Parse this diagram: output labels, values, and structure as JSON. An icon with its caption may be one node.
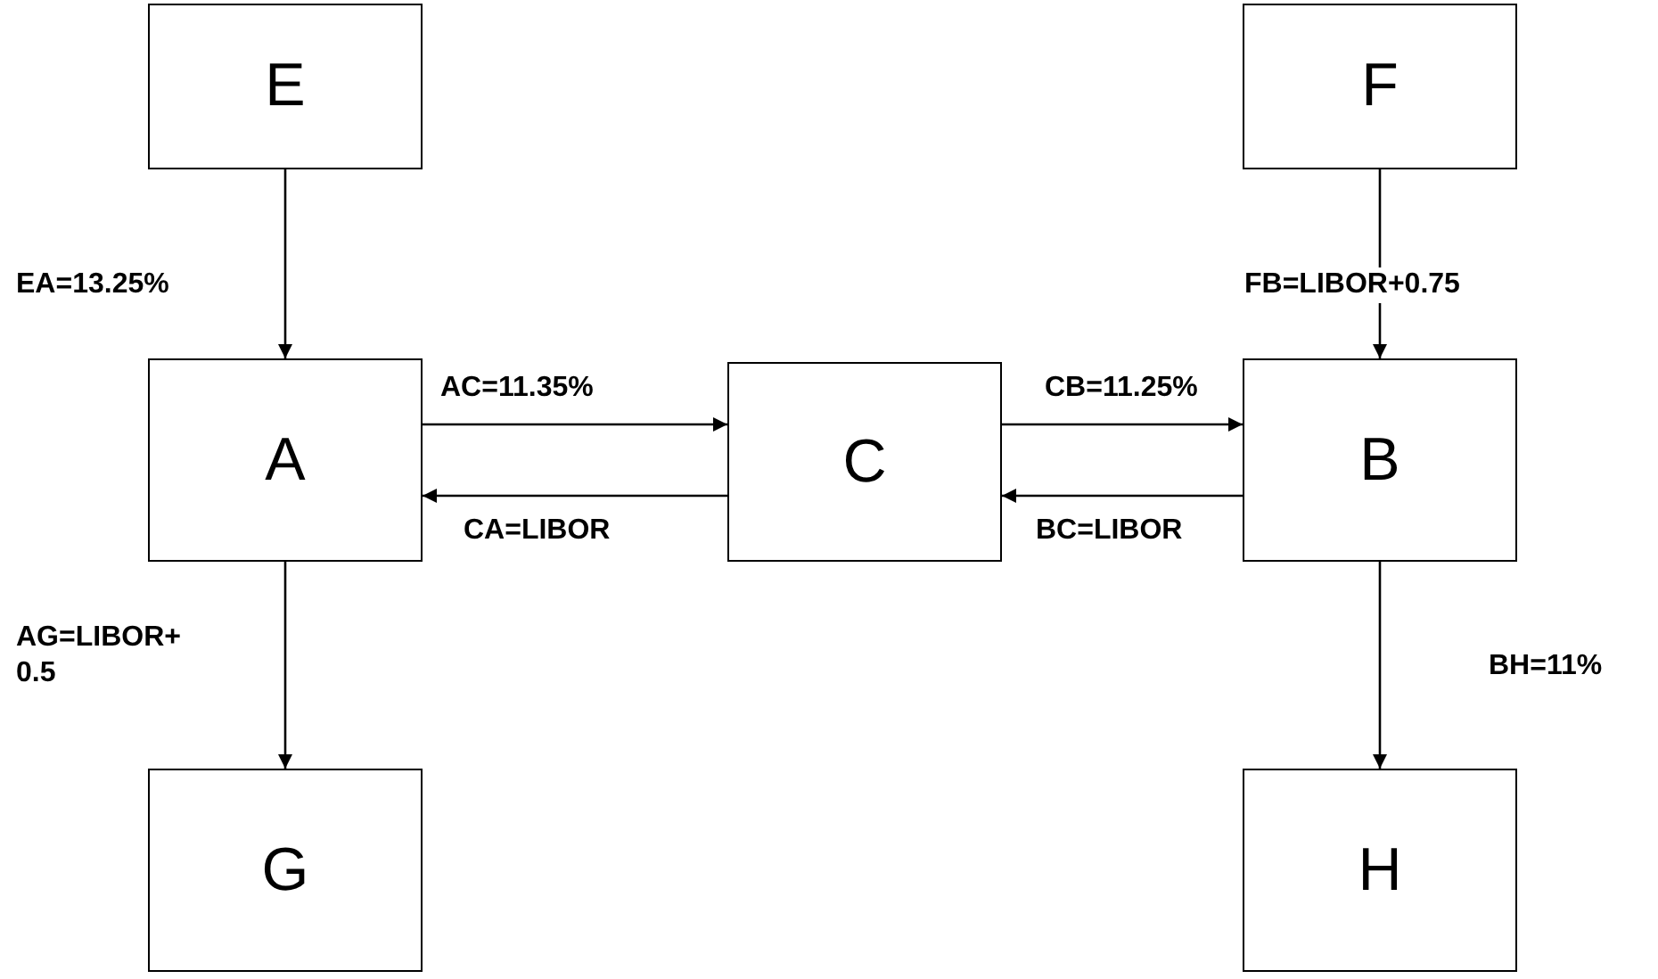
{
  "diagram": {
    "nodes": [
      {
        "text": [
          "E"
        ]
      },
      {
        "text": [
          "F"
        ]
      },
      {
        "text": [
          "A"
        ]
      },
      {
        "text": [
          "C"
        ]
      },
      {
        "text": [
          "B"
        ]
      },
      {
        "text": [
          "G"
        ]
      },
      {
        "text": [
          "H"
        ]
      }
    ],
    "edges": [
      {
        "from": 0,
        "to": 2,
        "arrow": "to",
        "label": "EA=13.25%"
      },
      {
        "from": 1,
        "to": 4,
        "arrow": "to",
        "label": "FB=LIBOR+0.75"
      },
      {
        "from": 2,
        "to": 3,
        "arrow": "to",
        "label": "AC=11.35%"
      },
      {
        "from": 3,
        "to": 2,
        "arrow": "to",
        "label": "CA=LIBOR"
      },
      {
        "from": 3,
        "to": 4,
        "arrow": "to",
        "label": "CB=11.25%"
      },
      {
        "from": 4,
        "to": 3,
        "arrow": "to",
        "label": "BC=LIBOR"
      },
      {
        "from": 2,
        "to": 5,
        "arrow": "to",
        "label": "AG=LIBOR+ 0.5"
      },
      {
        "from": 4,
        "to": 6,
        "arrow": "to",
        "label": "BH=11%"
      }
    ]
  }
}
